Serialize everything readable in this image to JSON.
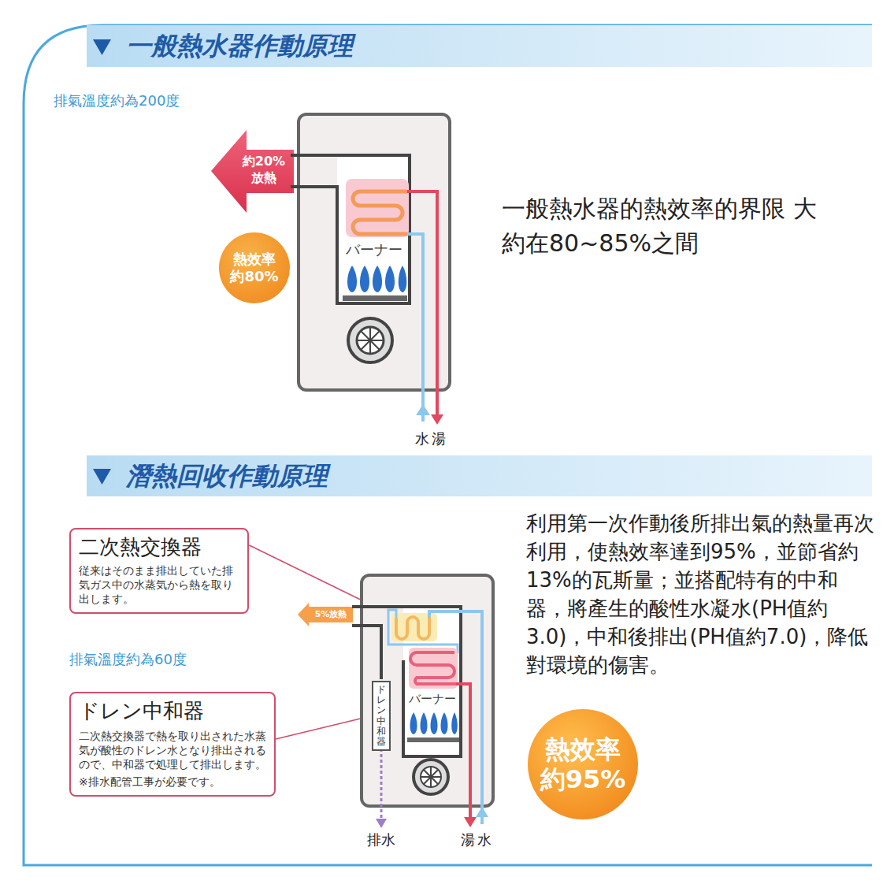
{
  "diagram": {
    "nodes": [
      {
        "text": [
          "一般熱水器作動原理"
        ]
      },
      {
        "text": [
          "約20% 放熱"
        ]
      },
      {
        "text": [
          "熱效率 約80%"
        ]
      },
      {
        "text": [
          "バーナー"
        ]
      },
      {
        "text": [
          "潛熱回收作動原理"
        ]
      },
      {
        "text": [
          "二次熱交換器",
          "従来はそのまま排出していた排気ガス中の水蒸気から熱を取り出します。"
        ]
      },
      {
        "text": [
          "ドレン中和器",
          "二次熱交換器で熱を取り出された水蒸気が酸性のドレン水となり排出されるので、中和器で処理して排出します。",
          "※排水配管工事が必要です。"
        ]
      },
      {
        "text": [
          "5%放熱"
        ]
      },
      {
        "text": [
          "バーナー"
        ]
      },
      {
        "text": [
          "ドレン中和器"
        ],
        "in": 8
      },
      {
        "text": [
          "熱效率 約95%"
        ]
      }
    ],
    "edges": [
      {
        "from": 5,
        "to": 8,
        "arrow": "none"
      },
      {
        "from": 6,
        "to": 9,
        "arrow": "none"
      }
    ],
    "labels": [
      "排氣溫度約為200度",
      "水",
      "湯",
      "一般熱水器的熱效率的界限 大約在80~85%之間",
      "排氣溫度約為60度",
      "利用第一次作動後所排出氣的熱量再次利用，使熱效率達到95%，並節省約13%的瓦斯量；並搭配特有的中和器，將產生的酸性水凝水(PH值約3.0)，中和後排出(PH值約7.0)，降低對環境的傷害。",
      "排水",
      "湯",
      "水"
    ]
  }
}
